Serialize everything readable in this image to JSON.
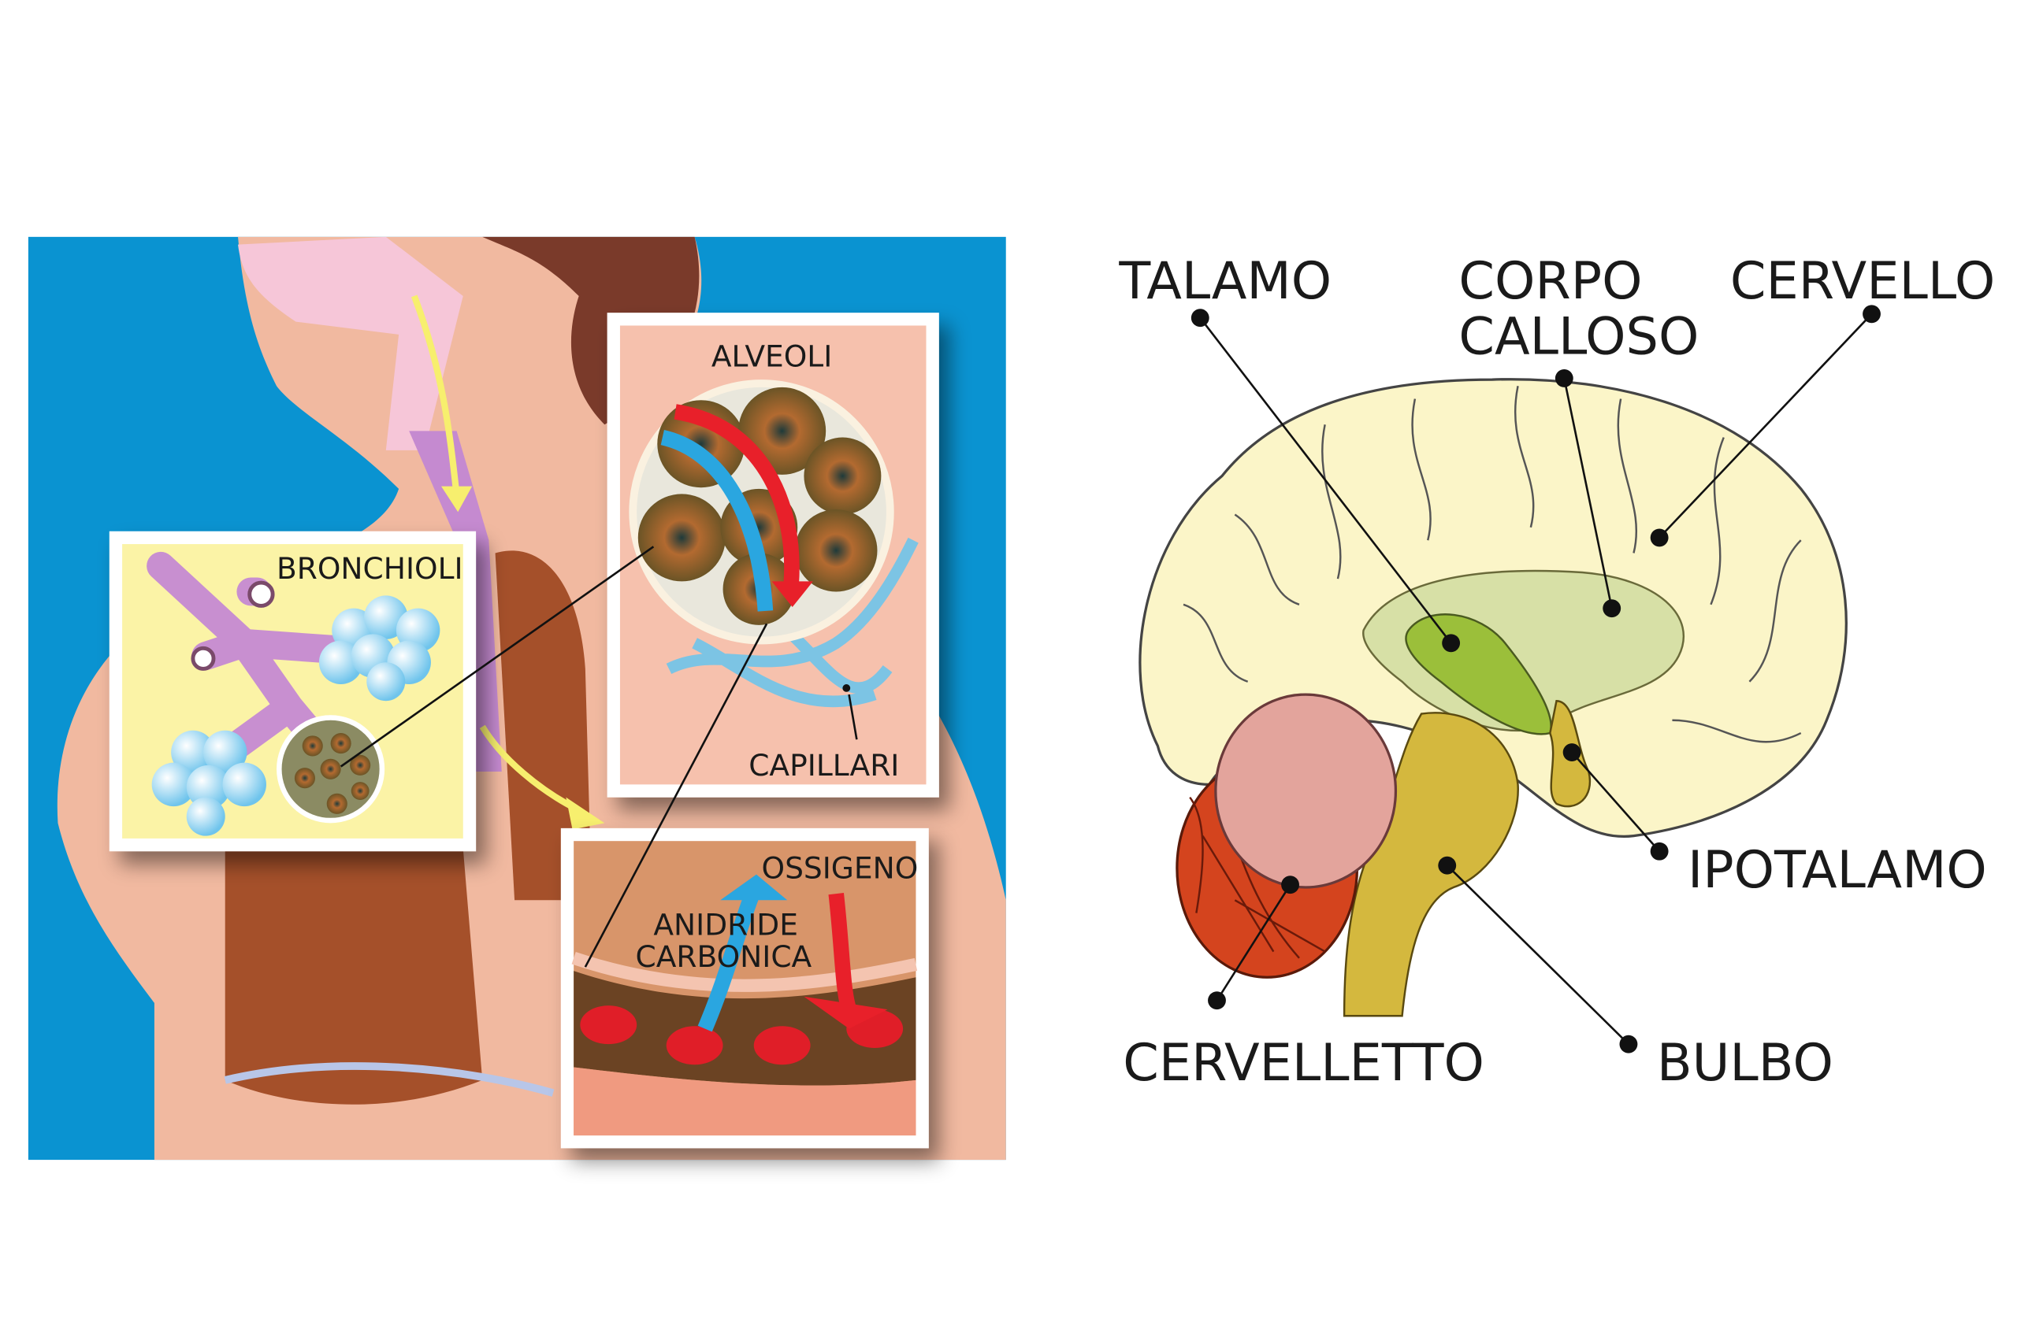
{
  "respiratory": {
    "bronchioli": "BRONCHIOLI",
    "alveoli": "ALVEOLI",
    "capillari": "CAPILLARI",
    "ossigeno": "OSSIGENO",
    "anidride_line1": "ANIDRIDE",
    "anidride_line2": "CARBONICA"
  },
  "brain": {
    "talamo": "TALAMO",
    "corpo_line1": "CORPO",
    "corpo_line2": "CALLOSO",
    "cervello": "CERVELLO",
    "ipotalamo": "IPOTALAMO",
    "cervelletto": "CERVELLETTO",
    "bulbo": "BULBO"
  },
  "colors": {
    "background_blue": "#0a93d1",
    "skin": "#f1b9a0",
    "lung": "#a5502a",
    "cerebrum": "#fbf5c8",
    "cerebellum": "#e3a49c",
    "brainstem": "#d4b83e"
  }
}
